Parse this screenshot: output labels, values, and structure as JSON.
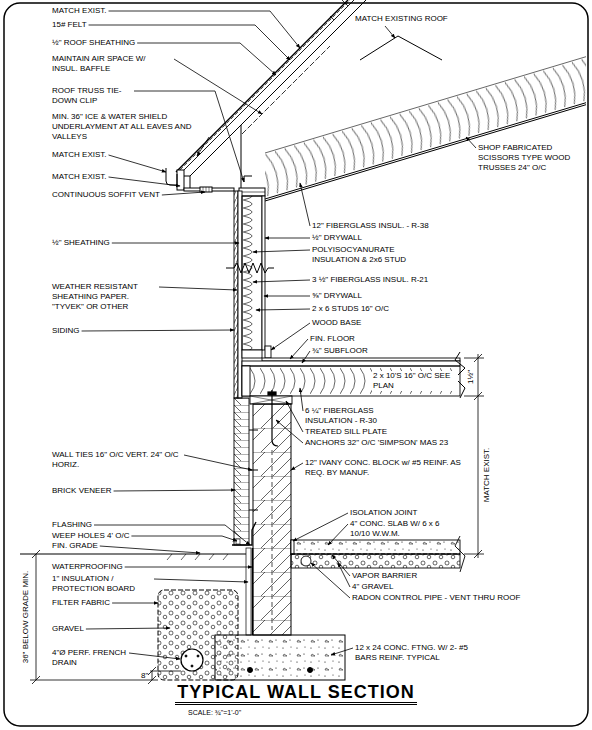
{
  "diagram": {
    "title": "TYPICAL WALL SECTION",
    "caption": "SCALE: ¾\"=1'-0\"",
    "labels": [
      "MATCH EXIST.",
      "15# FELT",
      "½\" ROOF SHEATHING",
      "MAINTAIN AIR SPACE W/ INSUL. BAFFLE",
      "ROOF TRUSS TIE-DOWN CLIP",
      "MIN. 36\" ICE & WATER SHIELD UNDERLAYMENT AT ALL EAVES AND VALLEYS",
      "MATCH EXIST.",
      "MATCH EXIST.",
      "CONTINUOUS SOFFIT VENT",
      "½\" SHEATHING",
      "WEATHER RESISTANT SHEATHING PAPER. \"TYVEK\" OR OTHER",
      "SIDING",
      "WALL TIES 16\" O/C VERT. 24\" O/C HORIZ.",
      "BRICK VENEER",
      "FLASHING",
      "WEEP HOLES 4' O/C",
      "FIN. GRADE",
      "WATERPROOFING",
      "1\" INSULATION / PROTECTION BOARD",
      "FILTER FABRIC",
      "GRAVEL",
      "4\"Ø PERF. FRENCH DRAIN",
      "36\" BELOW GRADE MIN.",
      "MATCH EXISTING ROOF",
      "SHOP FABRICATED SCISSORS TYPE WOOD TRUSSES 24\" O/C",
      "12\" FIBERGLASS INSUL. - R-38",
      "½\" DRYWALL",
      "POLYISOCYANURATE INSULATION & 2x6 STUD",
      "3 ½\" FIBERGLASS INSUL. R-21",
      "⅝\" DRYWALL",
      "2 x 6 STUDS 16\" O/C",
      "WOOD BASE",
      "FIN. FLOOR",
      "¾\" SUBFLOOR",
      "2 x 10'S 16\" O/C SEE PLAN",
      "1½\"",
      "6 ¼\" FIBERGLASS INSULATION - R-30",
      "TREATED SILL PLATE",
      "ANCHORS 32\" O/C 'SIMPSON' MAS 23",
      "12\" IVANY CONC. BLOCK w/ #5 REINF. AS REQ. BY MANUF.",
      "MATCH EXIST.",
      "ISOLATION JOINT",
      "4\" CONC. SLAB W/ 6 x 6 10/10 W.W.M.",
      "VAPOR BARRIER",
      "4\" GRAVEL",
      "RADON CONTROL PIPE - VENT THRU ROOF",
      "12 x 24 CONC. FTNG. W/ 2- #5 BARS REINF. TYPICAL",
      "8\""
    ]
  }
}
